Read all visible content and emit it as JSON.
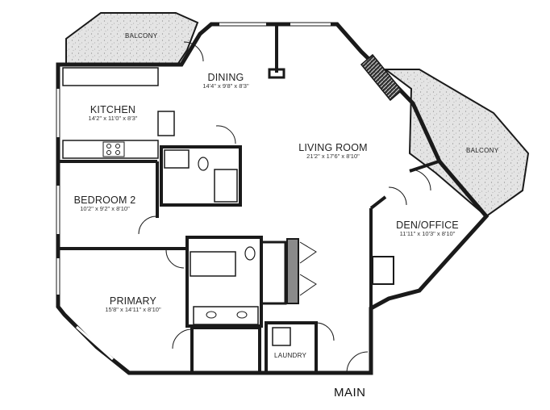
{
  "rooms": {
    "dining": {
      "name": "DINING",
      "dims": "14'4\" x 9'8\" x 8'3\""
    },
    "kitchen": {
      "name": "KITCHEN",
      "dims": "14'2\" x 11'0\" x 8'3\""
    },
    "living_room": {
      "name": "LIVING ROOM",
      "dims": "21'2\" x 17'6\" x 8'10\""
    },
    "bedroom_2": {
      "name": "BEDROOM 2",
      "dims": "10'2\" x 9'2\" x 8'10\""
    },
    "den_office": {
      "name": "DEN/OFFICE",
      "dims": "11'11\" x 10'3\" x 8'10\""
    },
    "primary": {
      "name": "PRIMARY",
      "dims": "15'8\" x 14'11\" x 8'10\""
    }
  },
  "labels": {
    "balcony_top": "BALCONY",
    "balcony_right": "BALCONY",
    "laundry": "LAUNDRY",
    "main": "MAIN"
  },
  "colors": {
    "wall": "#1a1a1a",
    "balcony_fill": "#d9d9d9",
    "wet_fill": "#8a8a8a"
  }
}
